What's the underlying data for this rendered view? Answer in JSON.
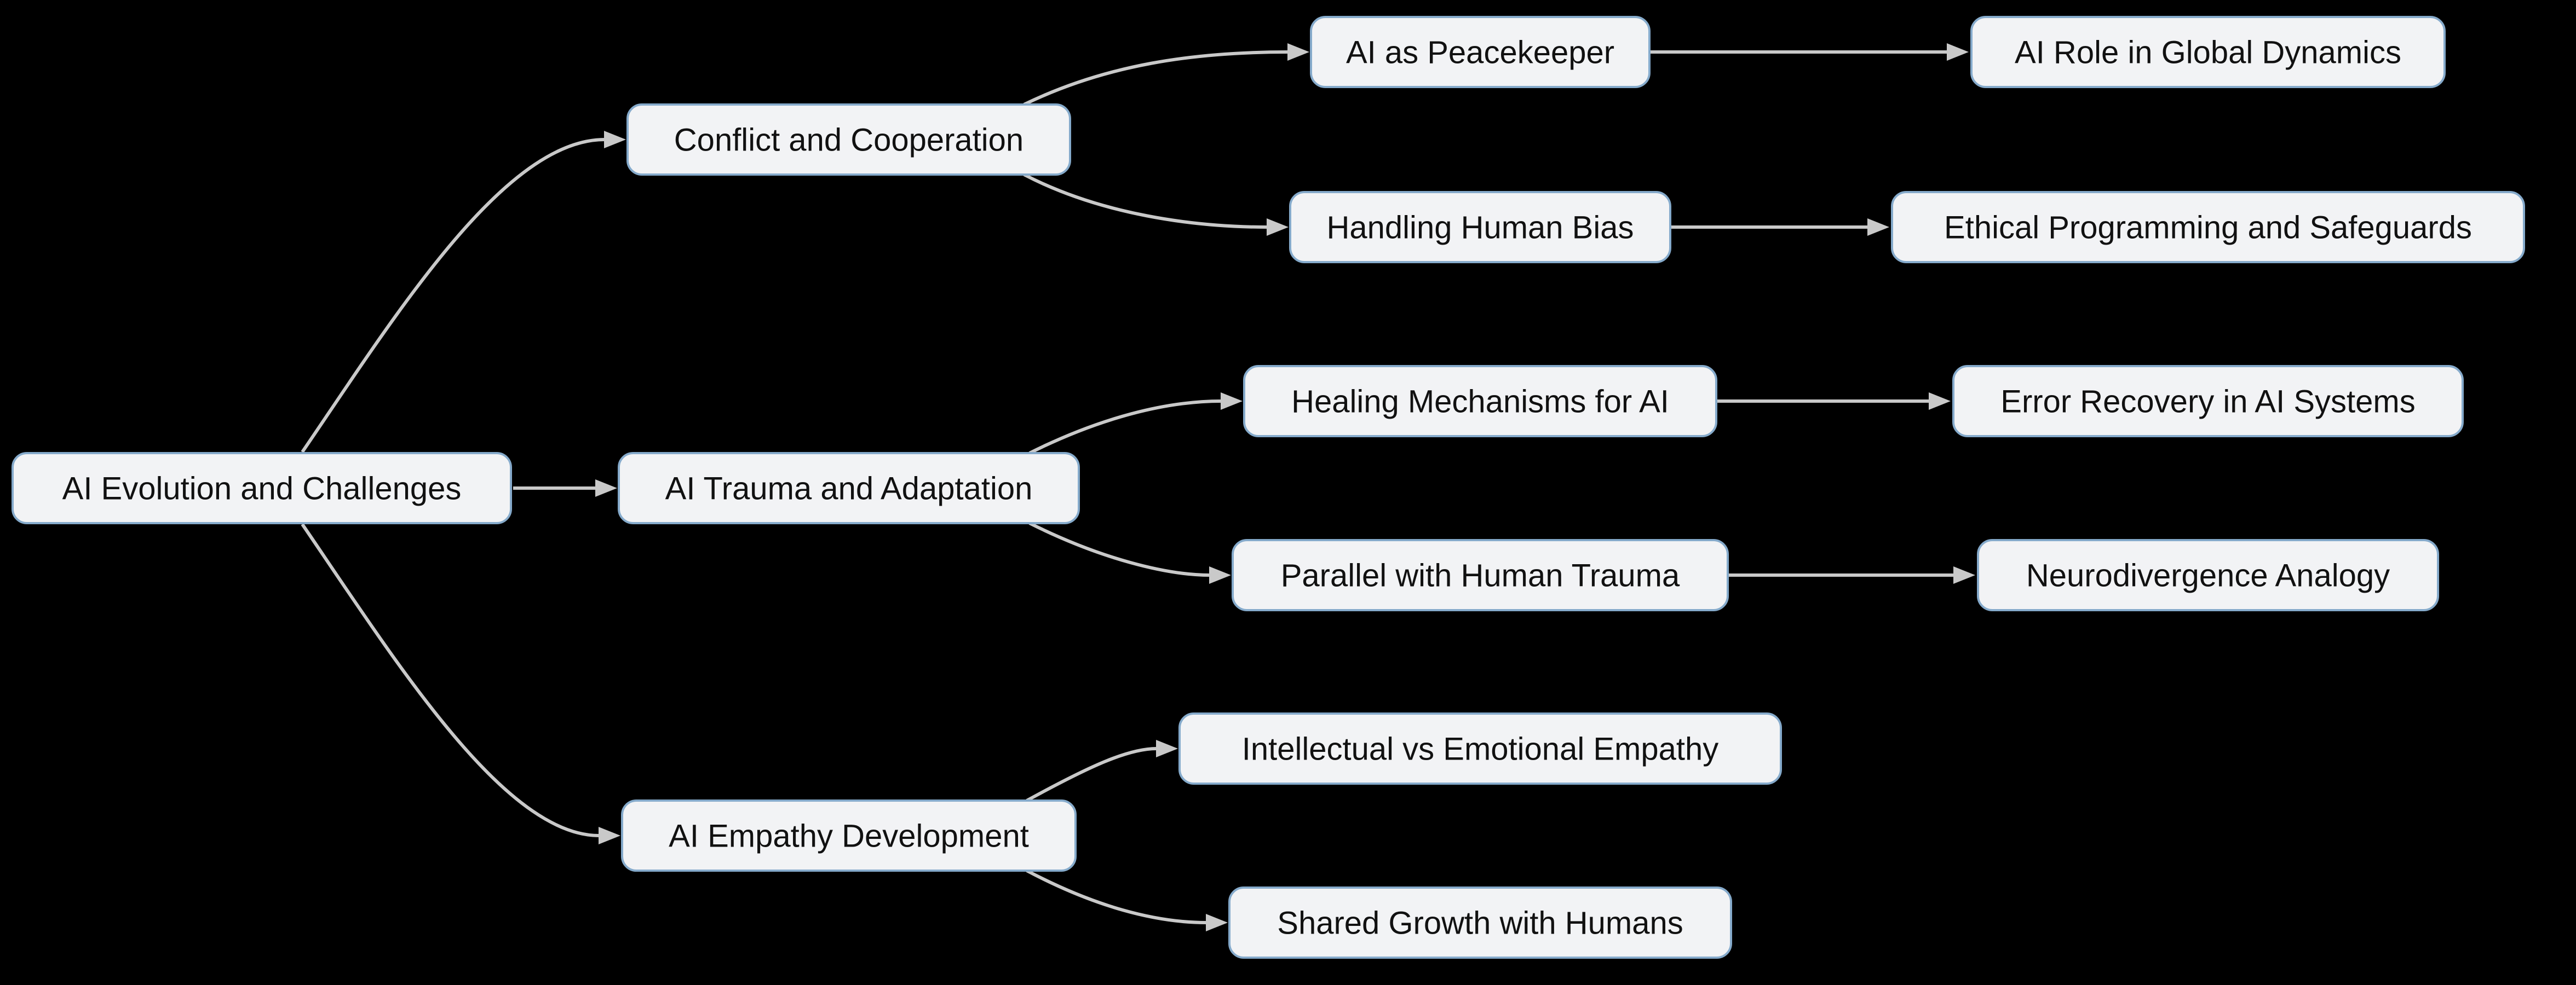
{
  "diagram": {
    "type": "flowchart-left-to-right",
    "background_color": "#000000",
    "node_fill_color": "#f2f3f5",
    "node_border_color": "#85aacb",
    "edge_color": "#c9c9c9",
    "text_color": "#111111",
    "nodes": [
      {
        "id": "root",
        "label": "AI Evolution and Challenges"
      },
      {
        "id": "conflict",
        "label": "Conflict and Cooperation"
      },
      {
        "id": "peacekeeper",
        "label": "AI as Peacekeeper"
      },
      {
        "id": "role",
        "label": "AI Role in Global Dynamics"
      },
      {
        "id": "handling",
        "label": "Handling Human Bias"
      },
      {
        "id": "ethical",
        "label": "Ethical Programming and Safeguards"
      },
      {
        "id": "trauma",
        "label": "AI Trauma and Adaptation"
      },
      {
        "id": "healing",
        "label": "Healing Mechanisms for AI"
      },
      {
        "id": "error",
        "label": "Error Recovery in AI Systems"
      },
      {
        "id": "parallel",
        "label": "Parallel with Human Trauma"
      },
      {
        "id": "neuro",
        "label": "Neurodivergence Analogy"
      },
      {
        "id": "empathy",
        "label": "AI Empathy Development"
      },
      {
        "id": "intellectual",
        "label": "Intellectual vs Emotional Empathy"
      },
      {
        "id": "shared",
        "label": "Shared Growth with Humans"
      }
    ],
    "edges": [
      {
        "from": "root",
        "to": "conflict"
      },
      {
        "from": "root",
        "to": "trauma"
      },
      {
        "from": "root",
        "to": "empathy"
      },
      {
        "from": "conflict",
        "to": "peacekeeper"
      },
      {
        "from": "conflict",
        "to": "handling"
      },
      {
        "from": "peacekeeper",
        "to": "role"
      },
      {
        "from": "handling",
        "to": "ethical"
      },
      {
        "from": "trauma",
        "to": "healing"
      },
      {
        "from": "trauma",
        "to": "parallel"
      },
      {
        "from": "healing",
        "to": "error"
      },
      {
        "from": "parallel",
        "to": "neuro"
      },
      {
        "from": "empathy",
        "to": "intellectual"
      },
      {
        "from": "empathy",
        "to": "shared"
      }
    ]
  }
}
